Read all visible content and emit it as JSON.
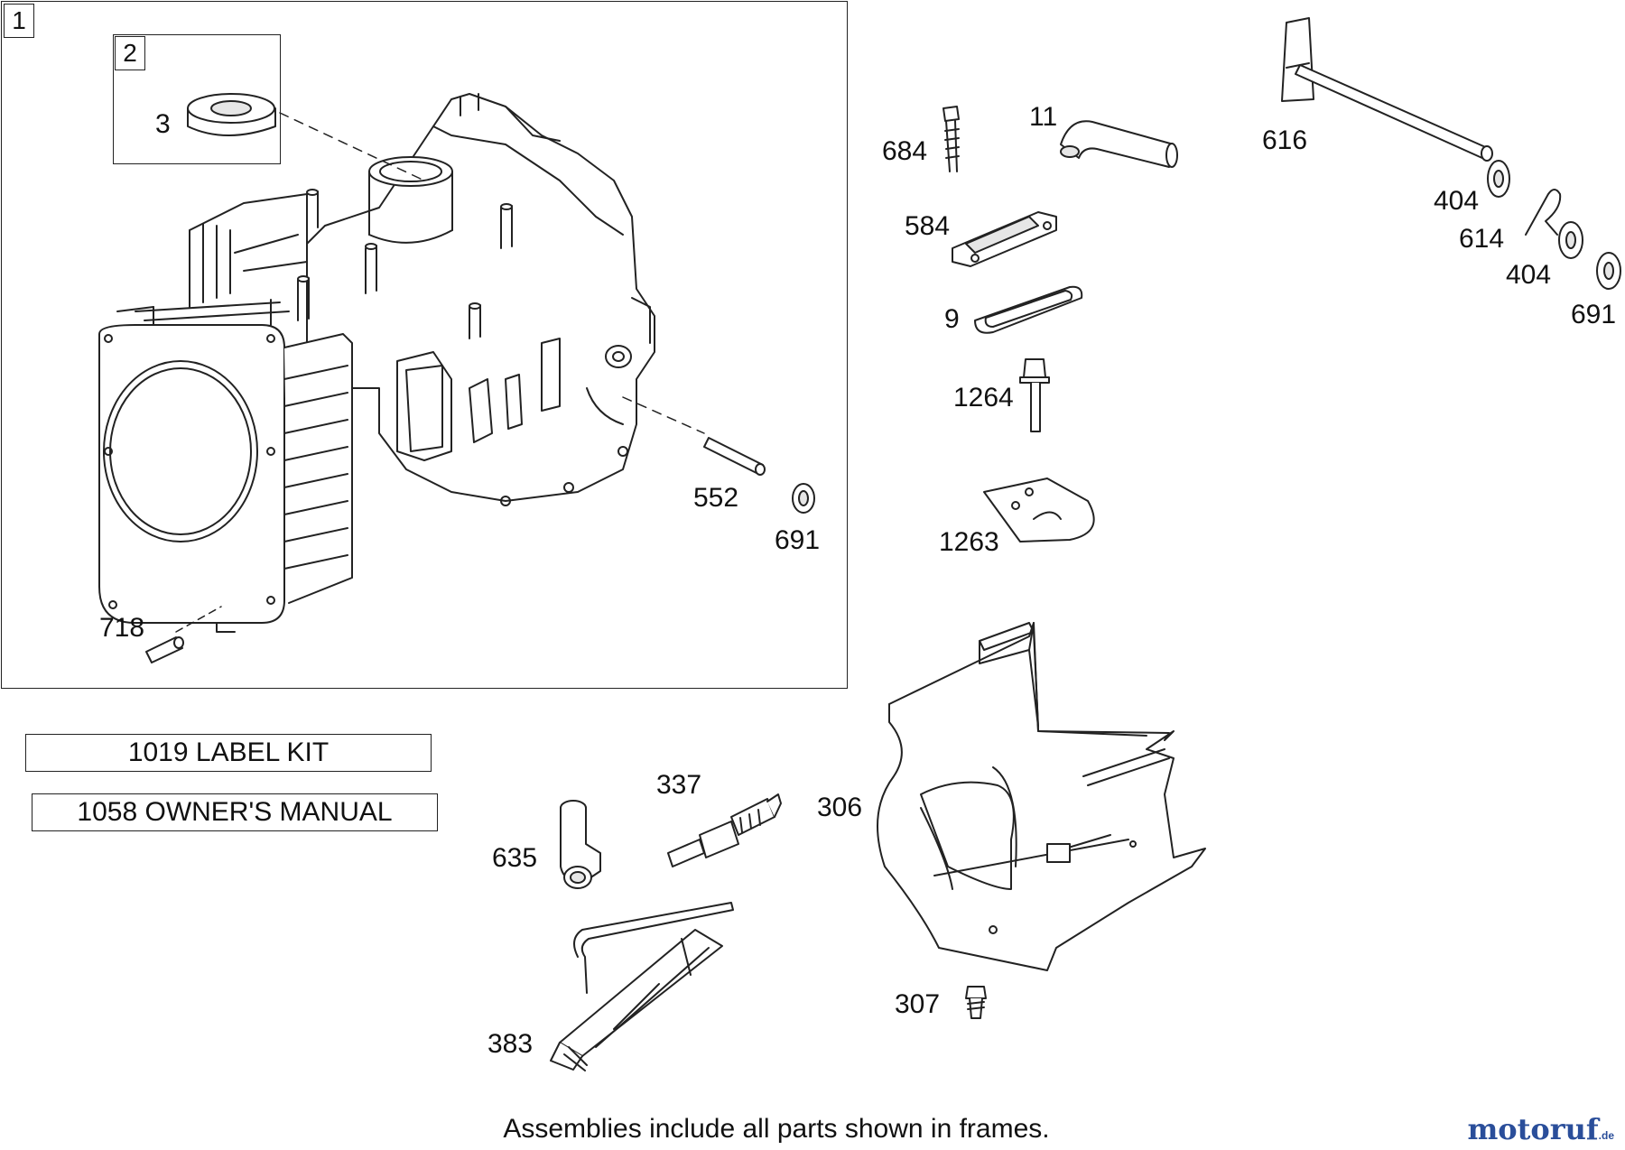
{
  "frames": {
    "main": "1",
    "sub": "2"
  },
  "parts": {
    "p3": "3",
    "p718": "718",
    "p552": "552",
    "p691a": "691",
    "p684": "684",
    "p11": "11",
    "p616": "616",
    "p584": "584",
    "p9": "9",
    "p1264": "1264",
    "p1263": "1263",
    "p404a": "404",
    "p614": "614",
    "p404b": "404",
    "p691b": "691",
    "p337": "337",
    "p306": "306",
    "p635": "635",
    "p383": "383",
    "p307": "307"
  },
  "kits": {
    "label_kit": "1019 LABEL KIT",
    "owners_manual": "1058 OWNER'S MANUAL"
  },
  "footer": "Assemblies include all parts shown in frames.",
  "watermark": {
    "text": "motoruf",
    "suffix": ".de"
  },
  "colors": {
    "line": "#222222",
    "fill": "#ffffff",
    "shade": "#e6e6e6",
    "watermark": "#2a4e9a"
  }
}
